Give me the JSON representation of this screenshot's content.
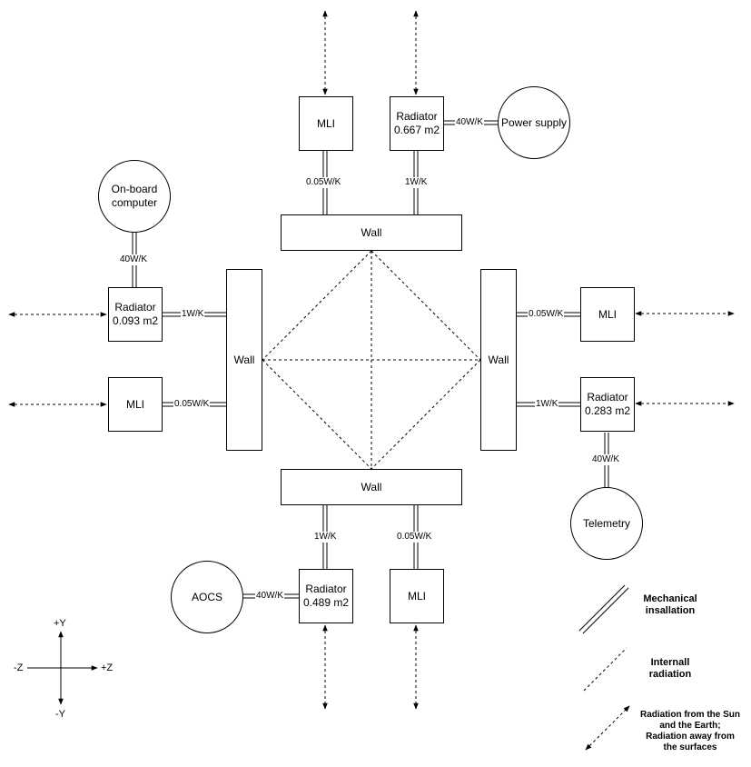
{
  "nodes": {
    "wall_top": "Wall",
    "wall_bottom": "Wall",
    "wall_left": "Wall",
    "wall_right": "Wall",
    "mli_top": "MLI",
    "radiator_top": "Radiator\n0.667 m2",
    "power_supply": "Power supply",
    "onboard_computer": "On-board\ncomputer",
    "radiator_left": "Radiator\n0.093 m2",
    "mli_left": "MLI",
    "mli_right": "MLI",
    "radiator_right": "Radiator\n0.283 m2",
    "telemetry": "Telemetry",
    "aocs": "AOCS",
    "radiator_bottom": "Radiator\n0.489 m2",
    "mli_bottom": "MLI"
  },
  "conductances": {
    "mli_top_wall": "0.05W/K",
    "radiator_top_wall": "1W/K",
    "radiator_top_power": "40W/K",
    "computer_radiator_left": "40W/K",
    "radiator_left_wall": "1W/K",
    "mli_left_wall": "0.05W/K",
    "wall_mli_right": "0.05W/K",
    "wall_radiator_right": "1W/K",
    "radiator_right_telemetry": "40W/K",
    "wall_radiator_bottom": "1W/K",
    "wall_mli_bottom": "0.05W/K",
    "aocs_radiator_bottom": "40W/K"
  },
  "axes": {
    "plus_y": "+Y",
    "minus_y": "-Y",
    "plus_z": "+Z",
    "minus_z": "-Z"
  },
  "legend": {
    "mechanical": "Mechanical\ninsallation",
    "internal": "Internall\nradiation",
    "external": "Radiation from the Sun\nand the Earth;\nRadiation away from\nthe surfaces"
  }
}
